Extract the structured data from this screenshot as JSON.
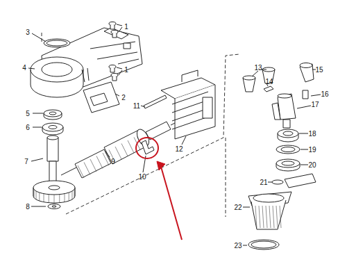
{
  "diagram": {
    "labels": [
      "1",
      "1",
      "3",
      "4",
      "2",
      "5",
      "6",
      "7",
      "8",
      "9",
      "10",
      "11",
      "12",
      "13",
      "14",
      "15",
      "16",
      "17",
      "18",
      "19",
      "20",
      "21",
      "22",
      "23"
    ]
  }
}
